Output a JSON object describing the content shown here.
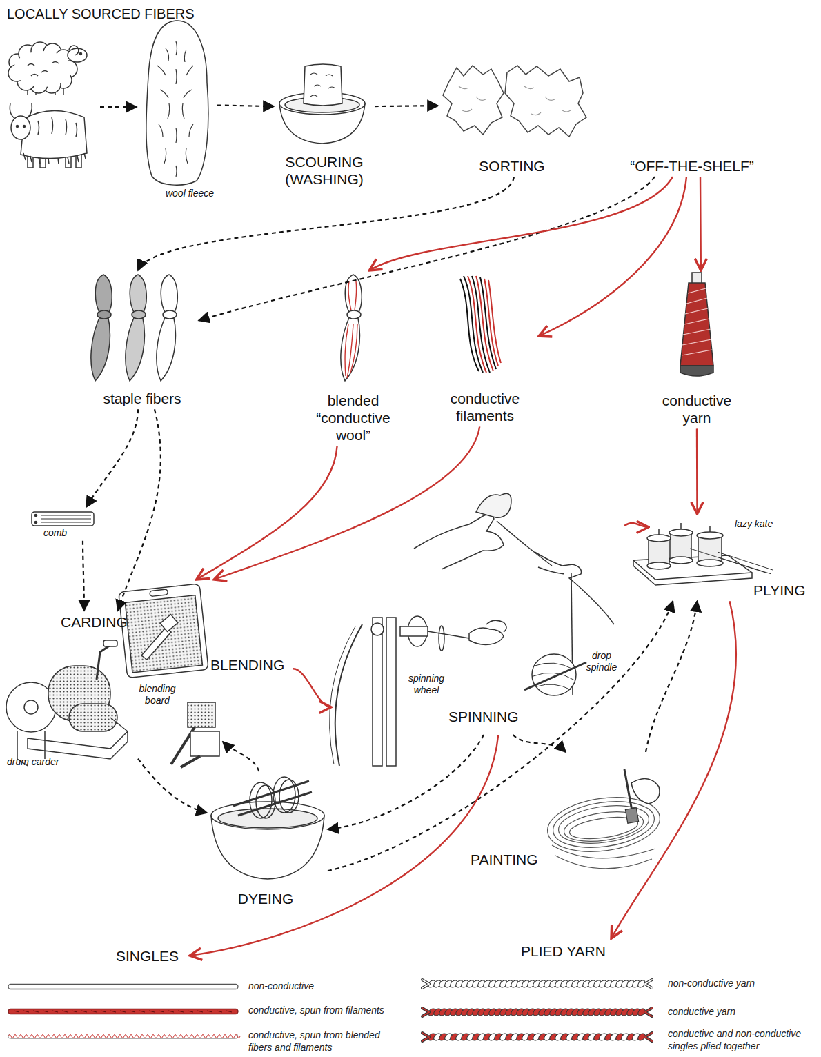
{
  "diagram": {
    "title": "LOCALLY SOURCED FIBERS",
    "nodes": [
      {
        "text": [
          "wool fleece"
        ]
      },
      {
        "text": [
          "SCOURING (WASHING)"
        ]
      },
      {
        "text": [
          "SORTING"
        ]
      },
      {
        "text": [
          "“OFF-THE-SHELF”"
        ]
      },
      {
        "text": [
          "staple fibers"
        ]
      },
      {
        "text": [
          "blended “conductive wool”"
        ]
      },
      {
        "text": [
          "conductive filaments"
        ]
      },
      {
        "text": [
          "conductive yarn"
        ]
      },
      {
        "text": [
          "comb"
        ]
      },
      {
        "text": [
          "CARDING",
          "drum carder"
        ]
      },
      {
        "text": [
          "BLENDING",
          "blending board"
        ]
      },
      {
        "text": [
          "SPINNING",
          "spinning wheel",
          "drop spindle"
        ]
      },
      {
        "text": [
          "lazy kate",
          "PLYING"
        ]
      },
      {
        "text": [
          "DYEING"
        ]
      },
      {
        "text": [
          "PAINTING"
        ]
      },
      {
        "text": [
          "SINGLES"
        ]
      },
      {
        "text": [
          "PLIED YARN"
        ]
      }
    ],
    "edges": [
      {
        "from": 0,
        "to": 1,
        "arrow": "to"
      },
      {
        "from": 1,
        "to": 2,
        "arrow": "to"
      },
      {
        "from": 2,
        "to": 4,
        "arrow": "to"
      },
      {
        "from": 3,
        "to": 4,
        "arrow": "to"
      },
      {
        "from": 3,
        "to": 5,
        "arrow": "to"
      },
      {
        "from": 3,
        "to": 6,
        "arrow": "to"
      },
      {
        "from": 3,
        "to": 7,
        "arrow": "to"
      },
      {
        "from": 4,
        "to": 8,
        "arrow": "to"
      },
      {
        "from": 4,
        "to": 9,
        "arrow": "to"
      },
      {
        "from": 8,
        "to": 9,
        "arrow": "to"
      },
      {
        "from": 5,
        "to": 10,
        "arrow": "to"
      },
      {
        "from": 6,
        "to": 10,
        "arrow": "to"
      },
      {
        "from": 9,
        "to": 13,
        "arrow": "to"
      },
      {
        "from": 13,
        "to": 10,
        "arrow": "to"
      },
      {
        "from": 10,
        "to": 11,
        "arrow": "to"
      },
      {
        "from": 11,
        "to": 12,
        "arrow": "to"
      },
      {
        "from": 7,
        "to": 12,
        "arrow": "to"
      },
      {
        "from": 11,
        "to": 13,
        "arrow": "to"
      },
      {
        "from": 13,
        "to": 12,
        "arrow": "to"
      },
      {
        "from": 11,
        "to": 14,
        "arrow": "to"
      },
      {
        "from": 14,
        "to": 12,
        "arrow": "to"
      },
      {
        "from": 11,
        "to": 15,
        "arrow": "to"
      },
      {
        "from": 12,
        "to": 16,
        "arrow": "to"
      }
    ],
    "legend": [
      {
        "text": "non-conductive"
      },
      {
        "text": "conductive, spun from filaments"
      },
      {
        "text": "conductive, spun from blended fibers and filaments"
      },
      {
        "text": "non-conductive yarn"
      },
      {
        "text": "conductive yarn"
      },
      {
        "text": "conductive and non-conductive singles plied together"
      }
    ]
  }
}
